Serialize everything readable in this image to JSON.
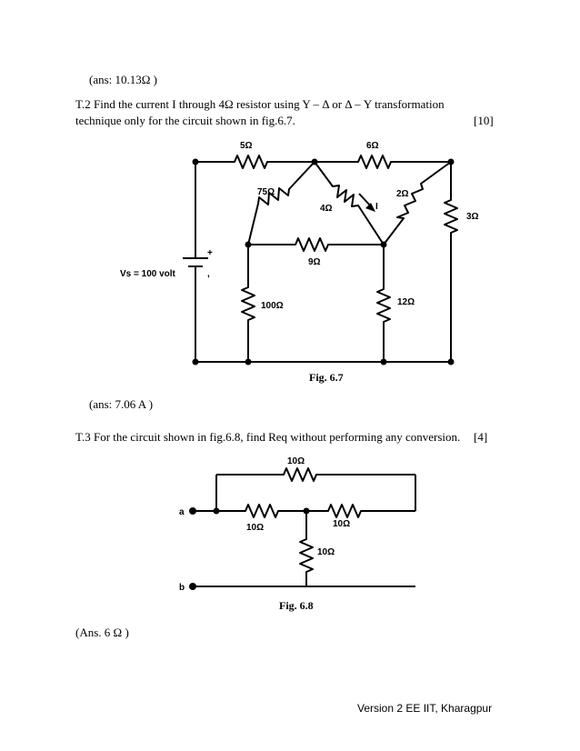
{
  "answers": {
    "a1": "(ans: 10.13Ω )",
    "a2": "(ans:  7.06 A  )",
    "a3": "(Ans. 6  Ω )"
  },
  "t2": {
    "line1": "T.2   Find the current  I  through  4Ω  resistor using  Y – Δ  or     Δ – Y  transformation",
    "line2": "technique only for the circuit shown in fig.6.7.",
    "marks": "[10]"
  },
  "t3": {
    "line1": "T.3    For the circuit shown in fig.6.8, find  Req without performing any conversion.",
    "marks": "[4]"
  },
  "fig67": {
    "caption": "Fig. 6.7",
    "r5": "5Ω",
    "r6": "6Ω",
    "r75": "75Ω",
    "r4": "4Ω",
    "cur": "I",
    "r2": "2Ω",
    "r3": "3Ω",
    "r9": "9Ω",
    "r100": "100Ω",
    "r12": "12Ω",
    "vs": "Vs = 100 volt",
    "plus": "+",
    "minus": ","
  },
  "fig68": {
    "caption": "Fig. 6.8",
    "rtop": "10Ω",
    "rleft": "10Ω",
    "rright": "10Ω",
    "rdown": "10Ω",
    "a": "a",
    "b": "b"
  },
  "footer": "Version 2 EE IIT, Kharagpur"
}
